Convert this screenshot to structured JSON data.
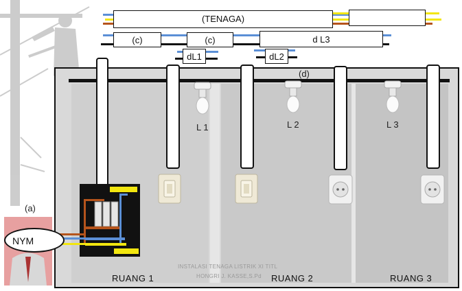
{
  "labels": {
    "tenaga": "(TENAGA)",
    "c_left": "(c)",
    "c_right": "(c)",
    "dl3": "d L3",
    "dl1": "dL1",
    "dl2": "dL2",
    "d": "(d)",
    "a": "(a)",
    "nym": "NYM",
    "lamp1": "L 1",
    "lamp2": "L 2",
    "lamp3": "L 3"
  },
  "rooms": [
    "RUANG 1",
    "RUANG 2",
    "RUANG 3"
  ],
  "footer": {
    "line1": "INSTALASI  TENAGA  LISTRIK XI TITL",
    "line2": "HONGRI J. KASSE,S.Pd"
  },
  "colors": {
    "wire_brown": "#b5541c",
    "wire_blue": "#5b8fd6",
    "wire_black": "#111111",
    "wire_yellow": "#f2e60f",
    "wall": "#d9d9d9",
    "panel": "#111111"
  },
  "icons": [
    "lineman-silhouette",
    "lamp-icon",
    "switch-icon",
    "socket-icon",
    "mcb-icon",
    "portrait-icon"
  ]
}
